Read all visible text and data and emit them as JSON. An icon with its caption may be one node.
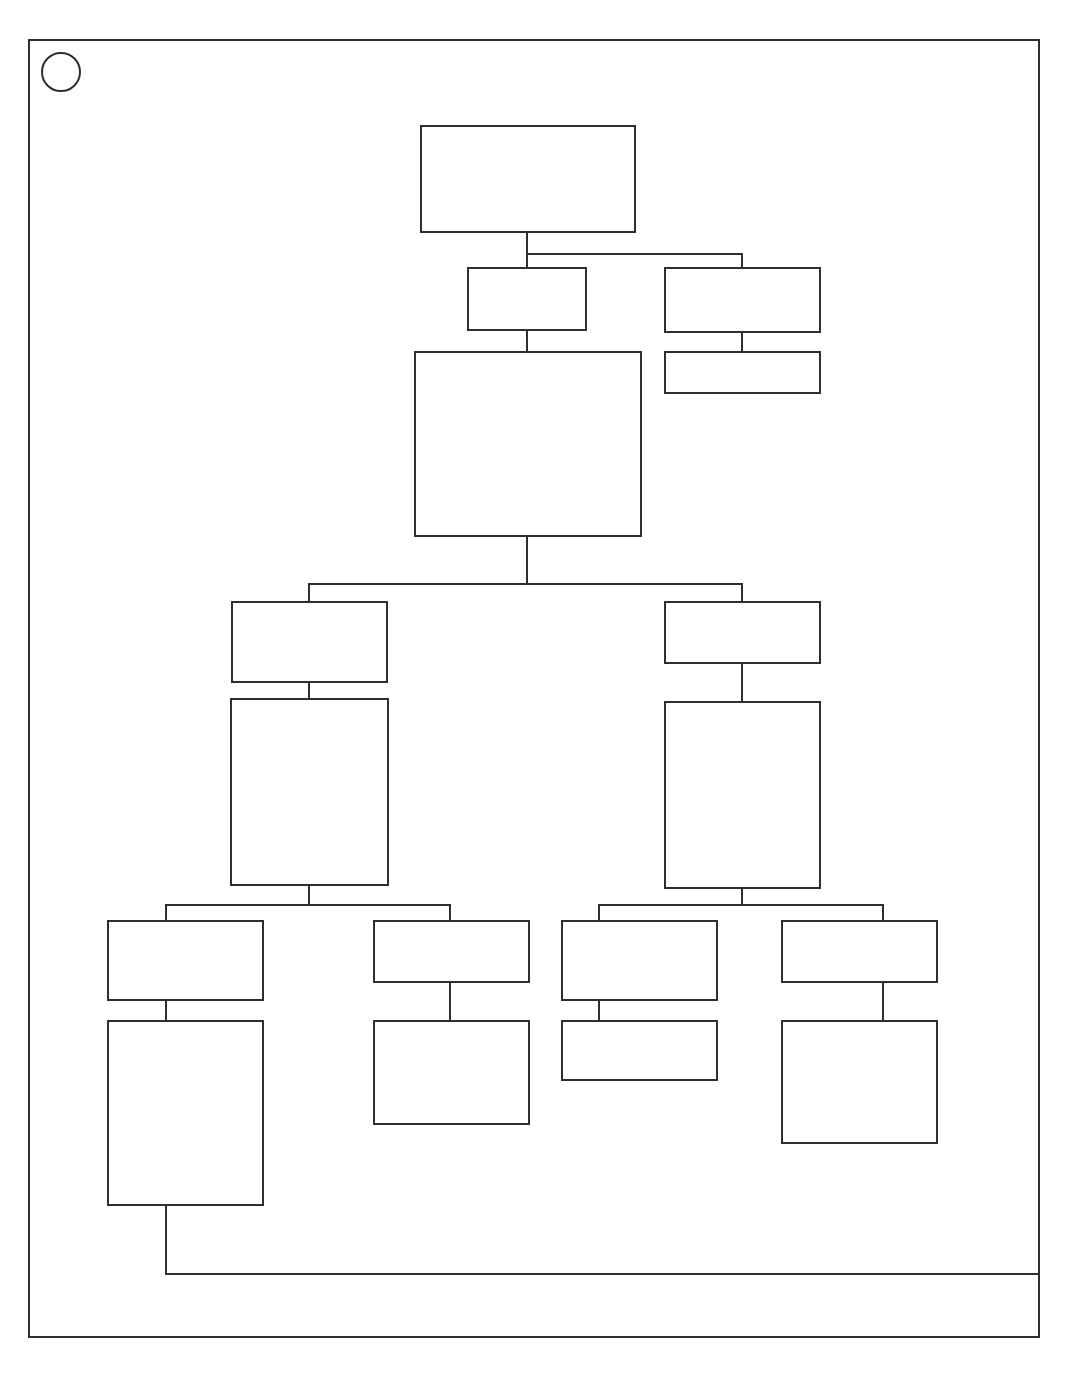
{
  "diagram": {
    "nodes": [
      {
        "text": [],
        "shape": "box"
      },
      {
        "text": [],
        "shape": "circle",
        "in": 0
      },
      {
        "text": [],
        "shape": "box",
        "in": 0
      },
      {
        "text": [],
        "shape": "box",
        "in": 0
      },
      {
        "text": [],
        "shape": "box",
        "in": 0
      },
      {
        "text": [],
        "shape": "box",
        "in": 0
      },
      {
        "text": [],
        "shape": "box",
        "in": 0
      },
      {
        "text": [],
        "shape": "box",
        "in": 0
      },
      {
        "text": [],
        "shape": "box",
        "in": 0
      },
      {
        "text": [],
        "shape": "box",
        "in": 0
      },
      {
        "text": [],
        "shape": "box",
        "in": 0
      },
      {
        "text": [],
        "shape": "box",
        "in": 0
      },
      {
        "text": [],
        "shape": "box",
        "in": 0
      },
      {
        "text": [],
        "shape": "box",
        "in": 0
      },
      {
        "text": [],
        "shape": "box",
        "in": 0
      },
      {
        "text": [],
        "shape": "box",
        "in": 0
      },
      {
        "text": [],
        "shape": "box",
        "in": 0
      },
      {
        "text": [],
        "shape": "box",
        "in": 0
      },
      {
        "text": [],
        "shape": "box",
        "in": 0
      }
    ],
    "edges": [
      {
        "from": 2,
        "to": 3,
        "arrow": "none"
      },
      {
        "from": 2,
        "to": 4,
        "arrow": "none"
      },
      {
        "from": 3,
        "to": 5,
        "arrow": "none"
      },
      {
        "from": 4,
        "to": 6,
        "arrow": "none"
      },
      {
        "from": 5,
        "to": 7,
        "arrow": "none"
      },
      {
        "from": 5,
        "to": 8,
        "arrow": "none"
      },
      {
        "from": 7,
        "to": 9,
        "arrow": "none"
      },
      {
        "from": 8,
        "to": 10,
        "arrow": "none"
      },
      {
        "from": 9,
        "to": 11,
        "arrow": "none"
      },
      {
        "from": 9,
        "to": 12,
        "arrow": "none"
      },
      {
        "from": 10,
        "to": 13,
        "arrow": "none"
      },
      {
        "from": 10,
        "to": 14,
        "arrow": "none"
      },
      {
        "from": 11,
        "to": 15,
        "arrow": "none"
      },
      {
        "from": 12,
        "to": 16,
        "arrow": "none"
      },
      {
        "from": 13,
        "to": 17,
        "arrow": "none"
      },
      {
        "from": 14,
        "to": 18,
        "arrow": "none"
      },
      {
        "from": 15,
        "to": 0,
        "arrow": "none"
      }
    ]
  }
}
